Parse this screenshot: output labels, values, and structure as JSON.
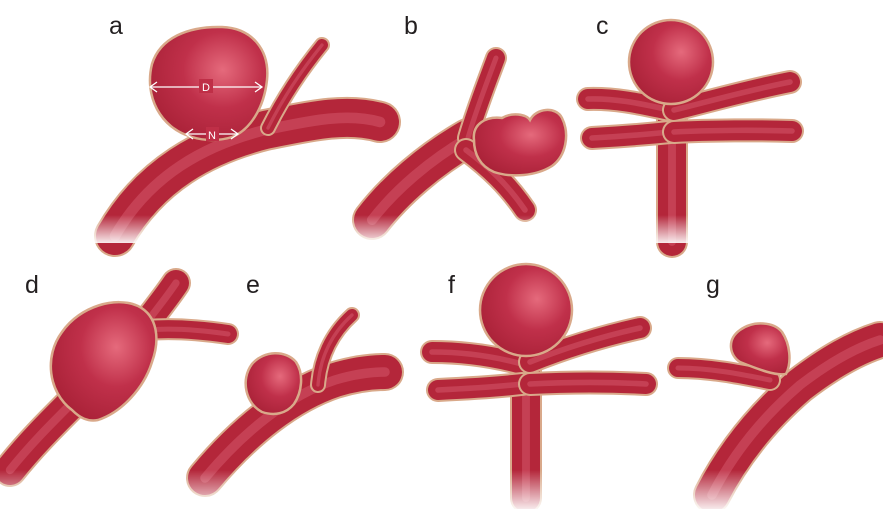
{
  "panels": [
    {
      "label": "a",
      "variant": "saccular aneurysm with neck and dome measurements"
    },
    {
      "label": "b",
      "variant": "lobulated saccular aneurysm at bifurcation"
    },
    {
      "label": "c",
      "variant": "aneurysm at tip of vessel junction"
    },
    {
      "label": "d",
      "variant": "fusiform aneurysm"
    },
    {
      "label": "e",
      "variant": "small sidewall aneurysm"
    },
    {
      "label": "f",
      "variant": "aneurysm at vessel junction"
    },
    {
      "label": "g",
      "variant": "blister-like aneurysm"
    }
  ],
  "measurements": {
    "dome_label": "D",
    "neck_label": "N"
  },
  "colors": {
    "vessel": "#b4263a",
    "vessel_highlight": "#d4566a",
    "vessel_wall": "#d9a98a",
    "label": "#231f20",
    "background": "#ffffff"
  }
}
